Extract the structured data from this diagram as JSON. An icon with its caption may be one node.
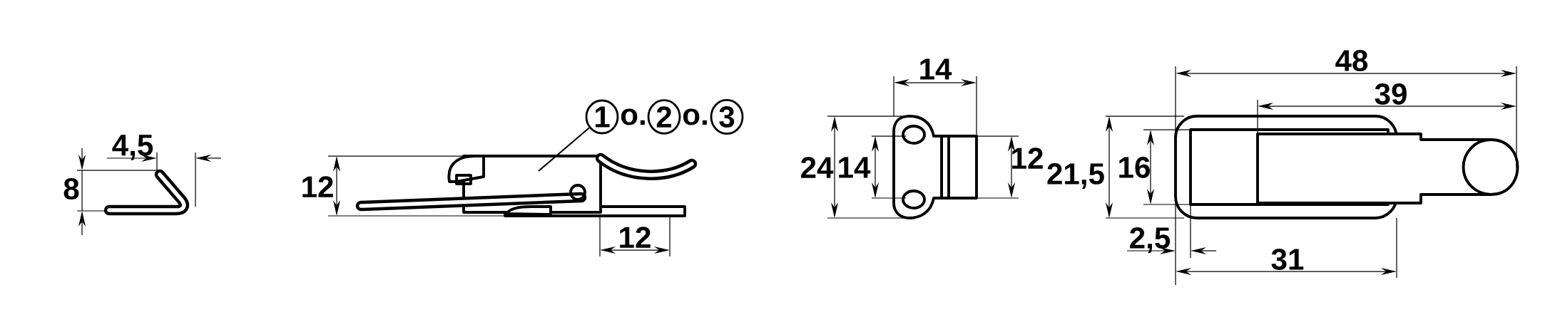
{
  "diagram": {
    "nodes": [
      {
        "text": [
          "1"
        ]
      },
      {
        "text": [
          "2"
        ]
      },
      {
        "text": [
          "3"
        ]
      },
      {
        "text": [],
        "shape": "picture"
      }
    ],
    "edges": [
      {
        "from": 0,
        "to": 3,
        "arrow": "none"
      }
    ],
    "labels": [
      "4,5",
      "8",
      "12",
      "o.",
      "o.",
      "12",
      "14",
      "24",
      "14",
      "12",
      "48",
      "39",
      "21,5",
      "16",
      "2,5",
      "31"
    ]
  }
}
